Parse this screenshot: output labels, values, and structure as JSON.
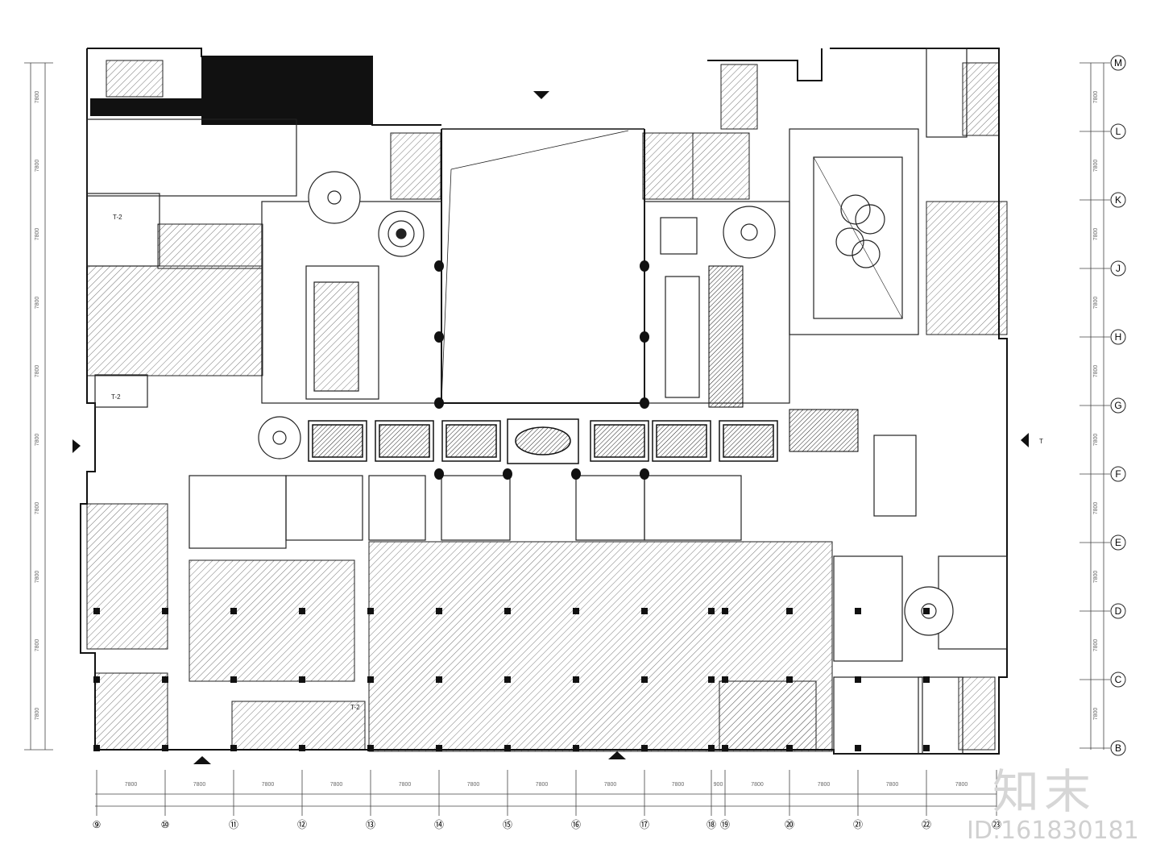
{
  "drawing": {
    "row_axes": [
      "M",
      "L",
      "K",
      "J",
      "H",
      "G",
      "F",
      "E",
      "D",
      "C",
      "B"
    ],
    "col_axes": [
      "⑨",
      "⑩",
      "⑪",
      "⑫",
      "⑬",
      "⑭",
      "⑮",
      "⑯",
      "⑰",
      "⑱",
      "⑲",
      "⑳",
      "㉑",
      "㉒",
      "㉓"
    ],
    "dims_bottom": [
      "7800",
      "7800",
      "7800",
      "7800",
      "7800",
      "7800",
      "7800",
      "7800",
      "7800",
      "900",
      "7800",
      "7800",
      "7800",
      "7800"
    ],
    "dims_side": [
      "7800",
      "7800",
      "7800",
      "7800",
      "7800",
      "7800",
      "7800",
      "7800",
      "7800",
      "7800"
    ],
    "room_labels": [
      "T-2",
      "T-2",
      "T-2",
      "T"
    ]
  },
  "watermark": {
    "logo": "知末",
    "id": "ID:161830181"
  }
}
